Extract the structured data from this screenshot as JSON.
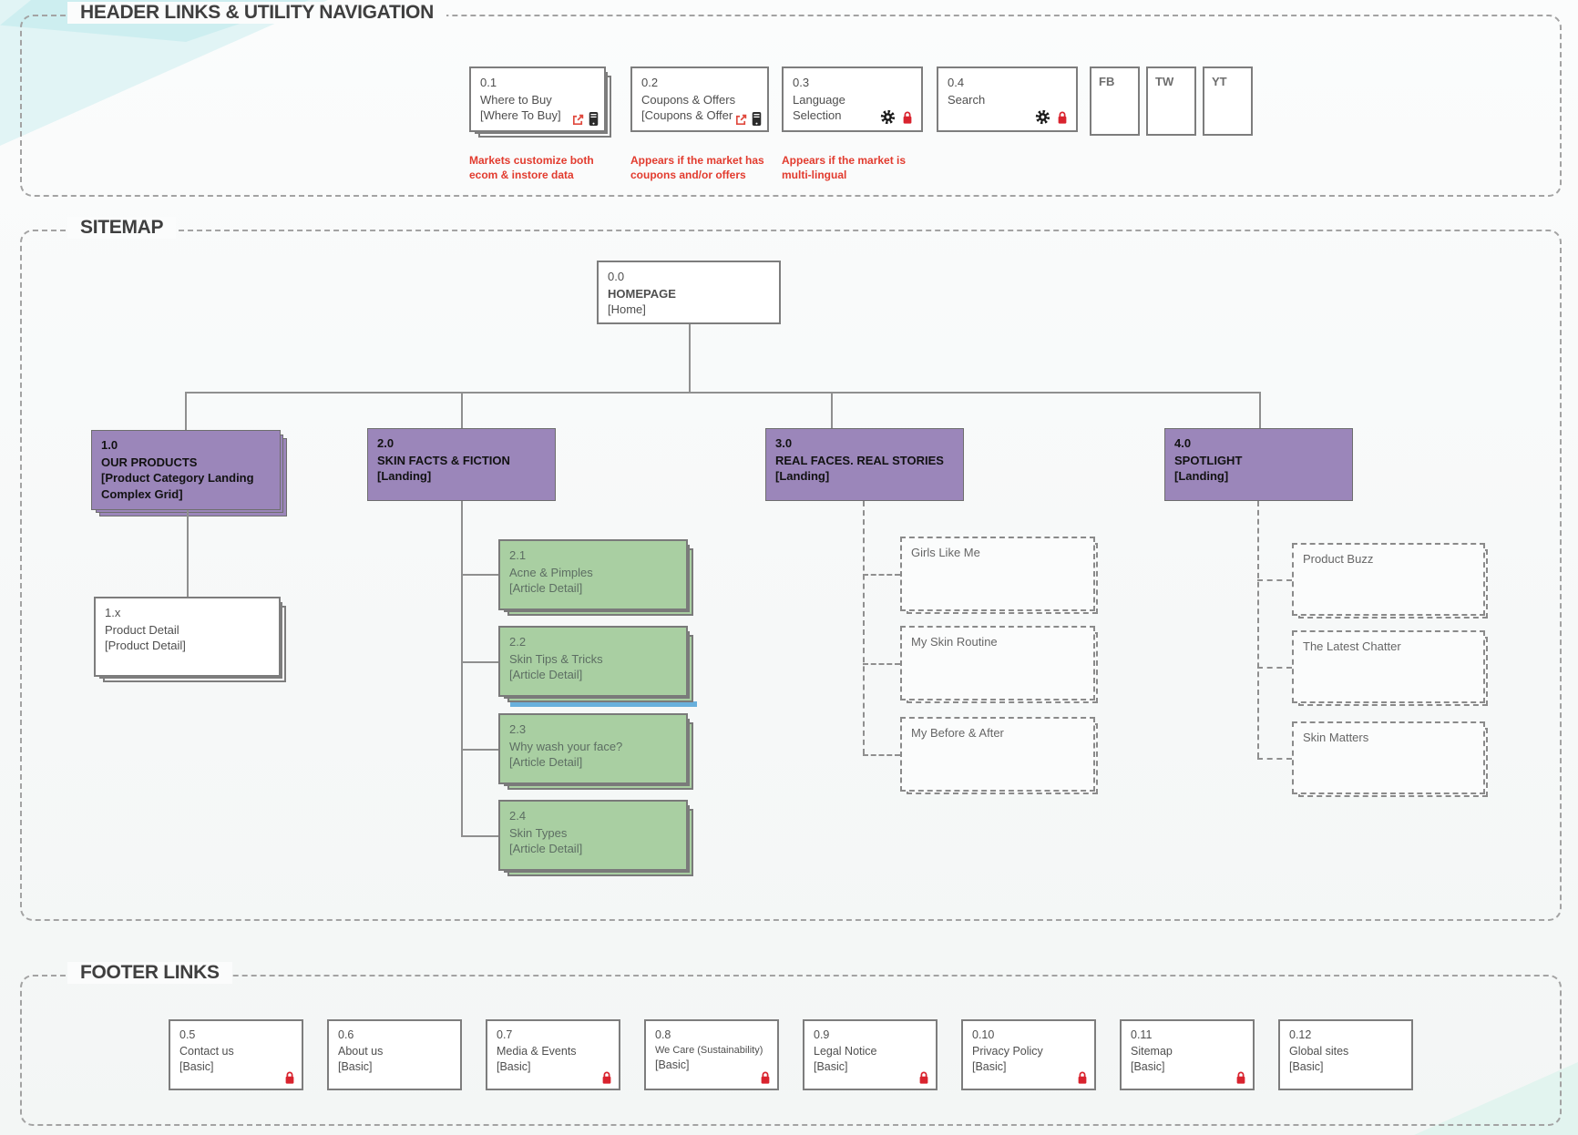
{
  "colors": {
    "purple_node": "#9b86ba",
    "green_node": "#a9cfa2",
    "annotation_red": "#e23b2e",
    "lock_red": "#d9232e",
    "border_gray": "#7d7d7d",
    "teal_accent": "#cdeef0"
  },
  "icons": {
    "external_link": "external-link-icon",
    "mobile": "mobile-icon",
    "gear": "gear-icon",
    "lock": "lock-icon"
  },
  "header": {
    "title": "HEADER LINKS & UTILITY NAVIGATION",
    "boxes": [
      {
        "num": "0.1",
        "name": "Where to Buy",
        "template": "[Where To Buy]"
      },
      {
        "num": "0.2",
        "name": "Coupons & Offers",
        "template": "[Coupons & Offer"
      },
      {
        "num": "0.3",
        "name": "Language Selection"
      },
      {
        "num": "0.4",
        "name": "Search"
      }
    ],
    "social": [
      "FB",
      "TW",
      "YT"
    ],
    "notes": [
      "Markets customize both ecom & instore data",
      "Appears if the market has coupons and/or offers",
      "Appears if the market is multi-lingual"
    ]
  },
  "sitemap": {
    "title": "SITEMAP",
    "homepage": {
      "num": "0.0",
      "name": "HOMEPAGE",
      "template": "[Home]"
    },
    "sections": [
      {
        "num": "1.0",
        "name": "OUR PRODUCTS",
        "template": "[Product Category Landing Complex Grid]"
      },
      {
        "num": "2.0",
        "name": "SKIN FACTS & FICTION",
        "template": "[Landing]"
      },
      {
        "num": "3.0",
        "name": "REAL FACES. REAL STORIES",
        "template": "[Landing]"
      },
      {
        "num": "4.0",
        "name": "SPOTLIGHT",
        "template": "[Landing]"
      }
    ],
    "product_detail": {
      "num": "1.x",
      "name": "Product Detail",
      "template": "[Product Detail]"
    },
    "articles": [
      {
        "num": "2.1",
        "name": "Acne & Pimples",
        "template": "[Article Detail]"
      },
      {
        "num": "2.2",
        "name": "Skin Tips & Tricks",
        "template": "[Article Detail]"
      },
      {
        "num": "2.3",
        "name": "Why wash your face?",
        "template": "[Article Detail]"
      },
      {
        "num": "2.4",
        "name": "Skin Types",
        "template": "[Article Detail]"
      }
    ],
    "stories": [
      "Girls Like Me",
      "My Skin Routine",
      "My Before & After"
    ],
    "spotlight": [
      "Product Buzz",
      "The Latest Chatter",
      "Skin Matters"
    ]
  },
  "footer": {
    "title": "FOOTER LINKS",
    "boxes": [
      {
        "num": "0.5",
        "name": "Contact us",
        "template": "[Basic]",
        "lock": true
      },
      {
        "num": "0.6",
        "name": "About us",
        "template": "[Basic]",
        "lock": false
      },
      {
        "num": "0.7",
        "name": "Media & Events",
        "template": "[Basic]",
        "lock": true
      },
      {
        "num": "0.8",
        "name": "We Care (Sustainability)",
        "template": "[Basic]",
        "lock": true
      },
      {
        "num": "0.9",
        "name": "Legal Notice",
        "template": "[Basic]",
        "lock": true
      },
      {
        "num": "0.10",
        "name": "Privacy Policy",
        "template": "[Basic]",
        "lock": true
      },
      {
        "num": "0.11",
        "name": "Sitemap",
        "template": "[Basic]",
        "lock": true
      },
      {
        "num": "0.12",
        "name": "Global sites",
        "template": "[Basic]",
        "lock": false
      }
    ]
  }
}
